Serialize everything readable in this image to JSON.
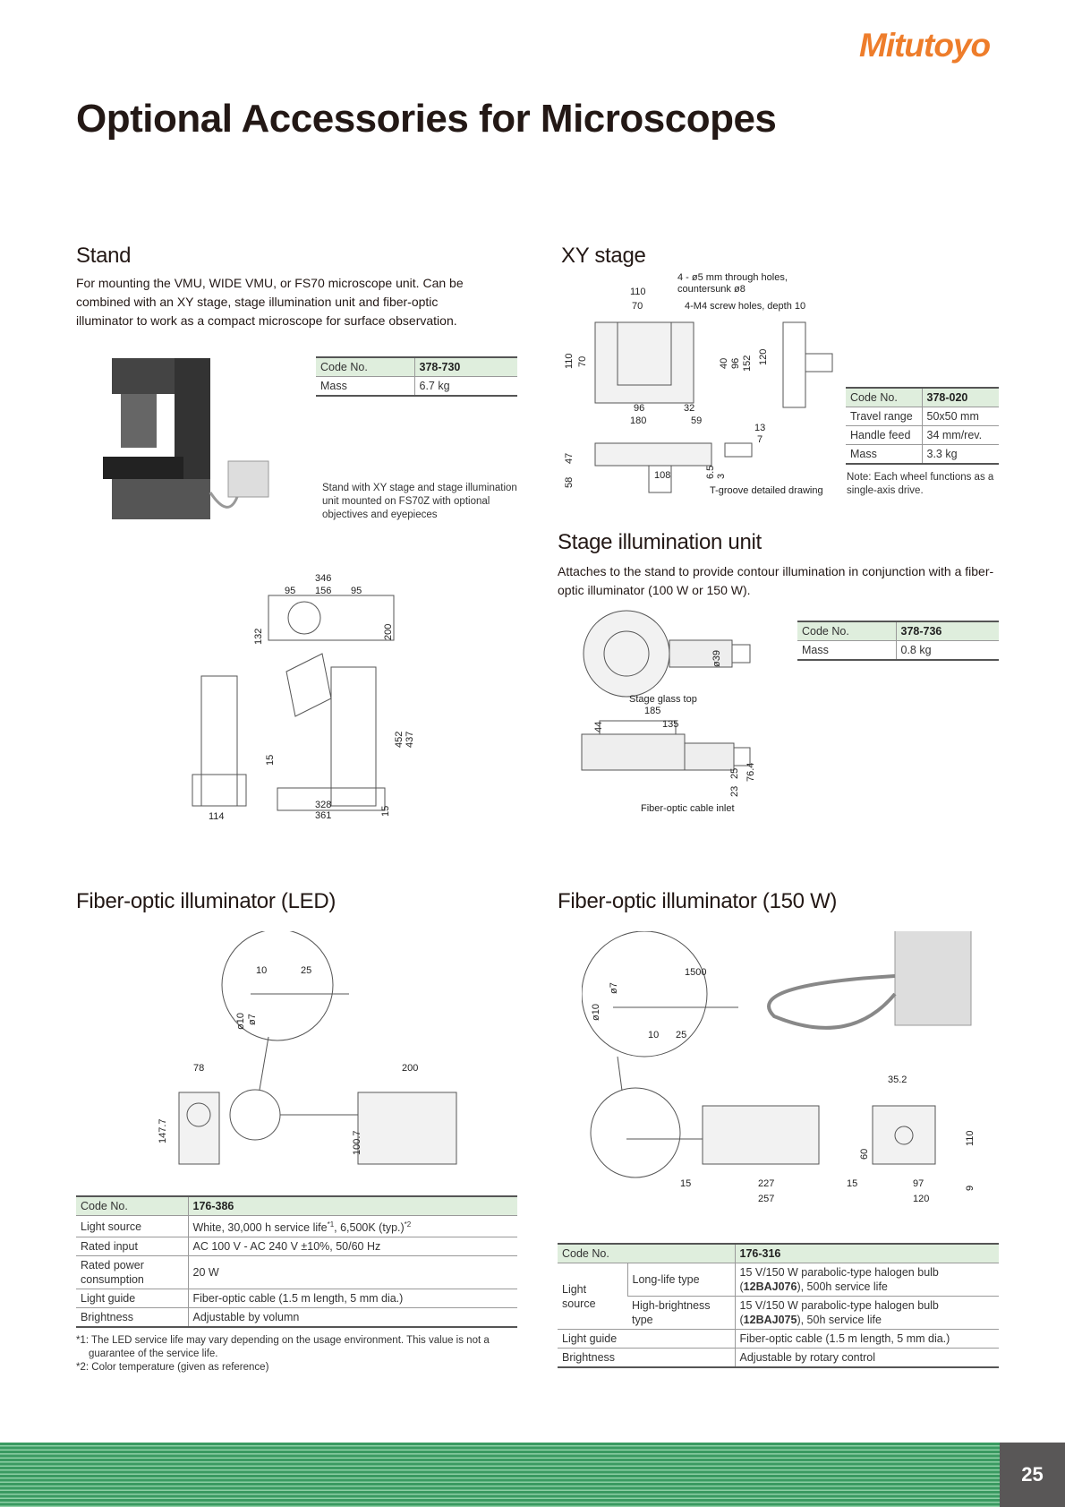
{
  "brand": "Mitutoyo",
  "title": "Optional Accessories for Microscopes",
  "stand": {
    "heading": "Stand",
    "description": "For mounting the VMU, WIDE VMU, or FS70 microscope unit. Can be combined with an XY stage, stage illumination unit and fiber-optic illuminator to work as a compact microscope for surface observation.",
    "table": [
      [
        "Code No.",
        "378-730"
      ],
      [
        "Mass",
        "6.7 kg"
      ]
    ],
    "caption": "Stand with XY stage and stage illumination unit mounted on FS70Z with optional objectives and eyepieces",
    "dims": [
      "346",
      "95",
      "156",
      "95",
      "132",
      "200",
      "437",
      "452",
      "15",
      "328",
      "361",
      "114",
      "15"
    ]
  },
  "xy_stage": {
    "heading": "XY stage",
    "table": [
      [
        "Code No.",
        "378-020"
      ],
      [
        "Travel range",
        "50x50 mm"
      ],
      [
        "Handle feed",
        "34 mm/rev."
      ],
      [
        "Mass",
        "3.3 kg"
      ]
    ],
    "note": "Note: Each wheel functions as a single-axis drive.",
    "dims": [
      "4 - ø5 mm through holes,",
      "countersunk ø8",
      "110",
      "70",
      "4-M4 screw holes, depth 10",
      "110",
      "70",
      "40",
      "96",
      "152",
      "120",
      "96",
      "180",
      "32",
      "59",
      "13",
      "7",
      "47",
      "58",
      "108",
      "6.5",
      "3",
      "T-groove detailed drawing"
    ]
  },
  "stage_illumination": {
    "heading": "Stage illumination unit",
    "description": "Attaches to the stand to provide contour illumination in conjunction with a fiber-optic illuminator (100 W or 150 W).",
    "table": [
      [
        "Code No.",
        "378-736"
      ],
      [
        "Mass",
        "0.8 kg"
      ]
    ],
    "dims": [
      "ø39",
      "Stage glass top",
      "185",
      "135",
      "44",
      "25",
      "76.4",
      "23",
      "Fiber-optic cable inlet"
    ]
  },
  "led_illuminator": {
    "heading": "Fiber-optic illuminator (LED)",
    "table": {
      "code_label": "Code No.",
      "code": "176-386",
      "rows": [
        {
          "label": "Light source",
          "value": "White, 30,000 h service life",
          "sup1": "*1",
          "value2": ", 6,500K (typ.)",
          "sup2": "*2"
        },
        {
          "label": "Rated input",
          "value": "AC 100 V - AC 240 V ±10%, 50/60 Hz"
        },
        {
          "label": "Rated power consumption",
          "value": "20 W"
        },
        {
          "label": "Light guide",
          "value": "Fiber-optic cable (1.5 m length, 5 mm dia.)"
        },
        {
          "label": "Brightness",
          "value": "Adjustable by volumn"
        }
      ]
    },
    "footnotes": [
      "*1: The LED service life may vary depending on the usage environment. This value is not a",
      "guarantee of the service life.",
      "*2: Color temperature (given as reference)"
    ],
    "dims": [
      "10",
      "25",
      "ø10",
      "ø7",
      "78",
      "200",
      "147.7",
      "100.7"
    ]
  },
  "halogen_illuminator": {
    "heading": "Fiber-optic illuminator (150 W)",
    "table": {
      "code_label": "Code No.",
      "code": "176-316",
      "light_source_label": "Light source",
      "long_life": {
        "label": "Long-life type",
        "value_pre": "15 V/150 W parabolic-type halogen bulb (",
        "bulb": "12BAJ076",
        "value_post": "), 500h service life"
      },
      "high_brightness": {
        "label": "High-brightness type",
        "value_pre": "15 V/150 W parabolic-type halogen bulb (",
        "bulb": "12BAJ075",
        "value_post": "), 50h service life"
      },
      "light_guide_label": "Light guide",
      "light_guide": "Fiber-optic cable (1.5 m length, 5 mm dia.)",
      "brightness_label": "Brightness",
      "brightness": "Adjustable by rotary control"
    },
    "dims": [
      "1500",
      "ø10",
      "ø7",
      "10",
      "25",
      "35.2",
      "110",
      "60",
      "15",
      "227",
      "15",
      "257",
      "97",
      "120",
      "9"
    ]
  },
  "page_number": "25",
  "colors": {
    "brand": "#ee7d2b",
    "table_header": "#dfeedd",
    "footer_green": "#3a9a61",
    "page_box": "#595757"
  }
}
